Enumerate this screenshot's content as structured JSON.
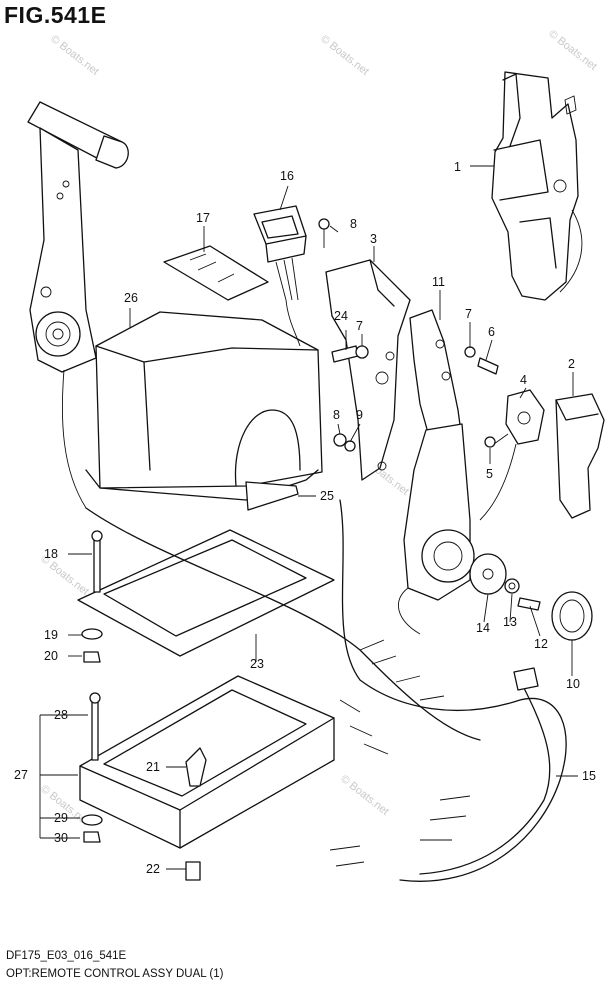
{
  "figure": {
    "title": "FIG.541E",
    "code": "DF175_E03_016_541E",
    "description": "OPT:REMOTE CONTROL ASSY DUAL (1)"
  },
  "watermark": "© Boats.net",
  "callouts": {
    "c1": "1",
    "c2": "2",
    "c3": "3",
    "c4": "4",
    "c5": "5",
    "c6": "6",
    "c7a": "7",
    "c7b": "7",
    "c8a": "8",
    "c8b": "8",
    "c9": "9",
    "c10": "10",
    "c11": "11",
    "c12": "12",
    "c13": "13",
    "c14": "14",
    "c15": "15",
    "c16": "16",
    "c17": "17",
    "c18": "18",
    "c19": "19",
    "c20": "20",
    "c21": "21",
    "c22": "22",
    "c23": "23",
    "c24": "24",
    "c25": "25",
    "c26": "26",
    "c27": "27",
    "c28": "28",
    "c29": "29",
    "c30": "30"
  }
}
